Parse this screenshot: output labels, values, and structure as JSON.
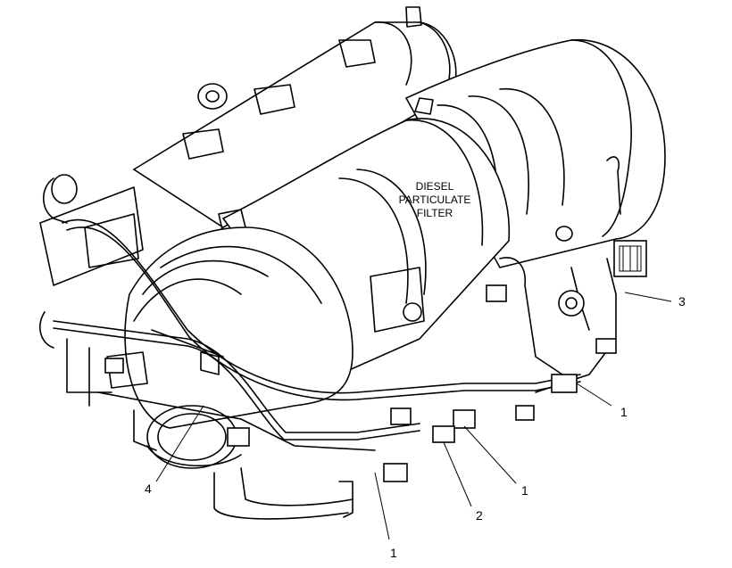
{
  "diagram": {
    "label_lines": [
      "DIESEL",
      "PARTICULATE",
      "FILTER"
    ],
    "callouts": {
      "c1a": "1",
      "c1b": "1",
      "c1c": "1",
      "c2": "2",
      "c3": "3",
      "c4": "4"
    }
  }
}
